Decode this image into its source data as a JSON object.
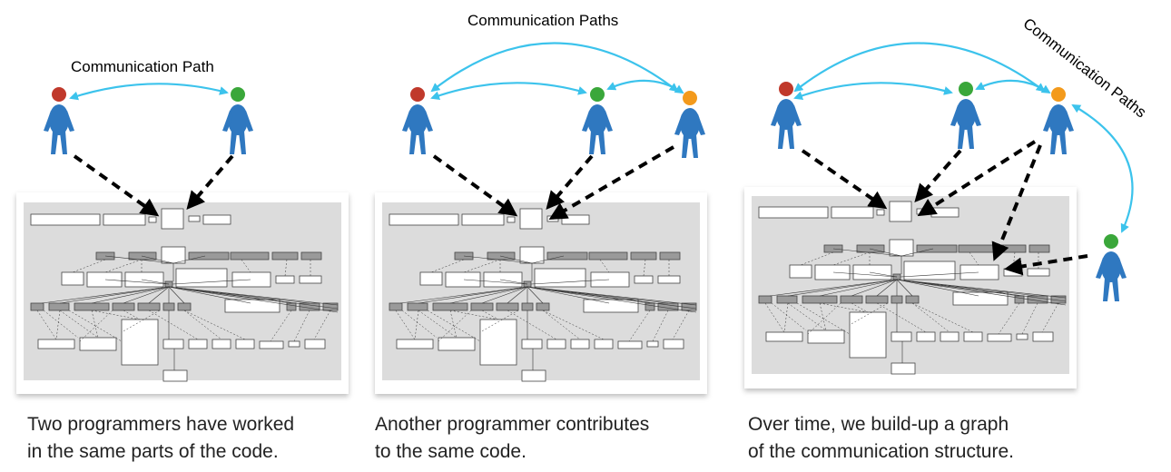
{
  "panels": [
    {
      "label": "Communication Path",
      "caption_line1": "Two programmers have worked",
      "caption_line2": "in the same parts of the code."
    },
    {
      "label": "Communication Paths",
      "caption_line1": "Another programmer contributes",
      "caption_line2": "to the same code."
    },
    {
      "label": "Communication Paths",
      "caption_line1": "Over time, we build-up a graph",
      "caption_line2": "of the communication structure."
    }
  ],
  "colors": {
    "path": "#3cc3ec",
    "figure_body": "#2f78c0",
    "head_red": "#c0392b",
    "head_green": "#3aa73a",
    "head_orange": "#f39a1c",
    "canvas": "#dcdcdc",
    "arrow": "#000000"
  },
  "icons": [
    "person-icon",
    "dashed-arrow-icon",
    "code-graph-icon"
  ]
}
